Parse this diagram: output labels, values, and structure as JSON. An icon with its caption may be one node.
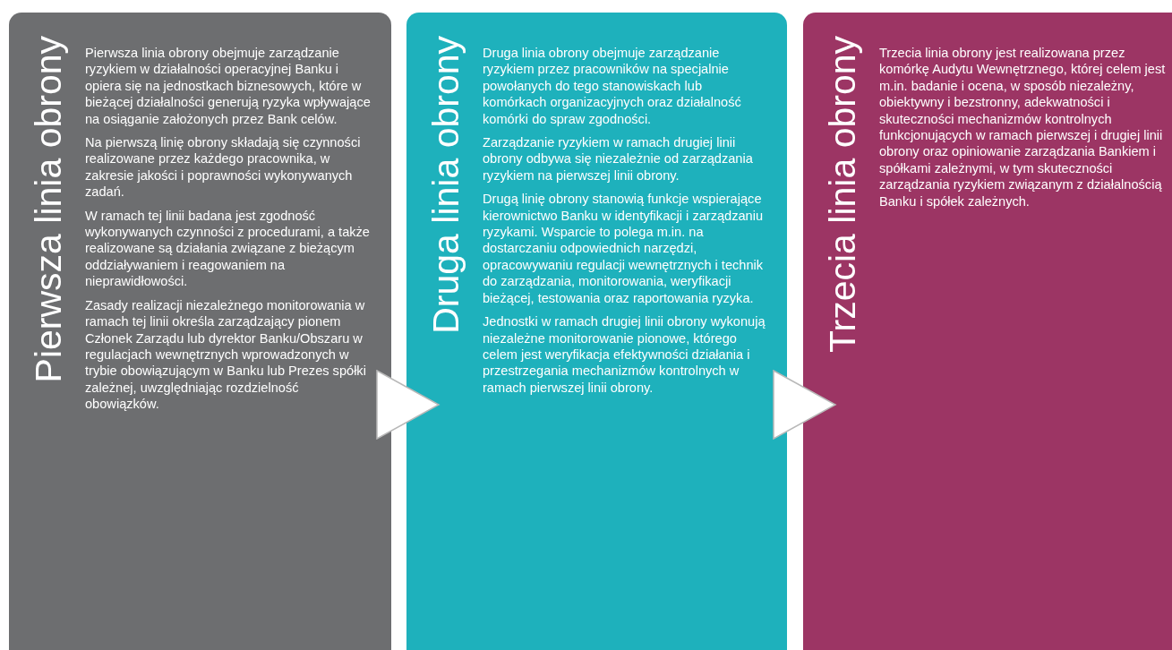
{
  "diagram": {
    "nodes": [
      {
        "text": [
          "Pierwsza linia obrony",
          "Pierwsza linia obrony obejmuje zarządzanie ryzykiem w działalności operacyjnej Banku i opiera się na jednostkach biznesowych, które w bieżącej działalności generują ryzyka wpływające na osiąganie założonych przez Bank celów.",
          "Na pierwszą linię obrony składają się czynności realizowane przez każdego pracownika, w zakresie jakości i poprawności wykonywanych zadań.",
          "W ramach tej linii badana jest zgodność wykonywanych czynności z procedurami, a także realizowane są działania związane z bieżącym oddziaływaniem i reagowaniem na nieprawidłowości.",
          "Zasady realizacji niezależnego monitorowania w ramach tej linii określa zarządzający pionem Członek Zarządu lub dyrektor Banku/Obszaru w regulacjach wewnętrznych wprowadzonych w trybie obowiązującym w Banku lub Prezes spółki zależnej, uwzględniając rozdzielność obowiązków."
        ]
      },
      {
        "text": [
          "Druga linia obrony",
          "Druga linia obrony obejmuje zarządzanie ryzykiem przez pracowników na specjalnie powołanych do tego stanowiskach lub komórkach organizacyjnych oraz działalność komórki do spraw zgodności.",
          "Zarządzanie ryzykiem w ramach drugiej linii obrony odbywa się niezależnie od zarządzania ryzykiem na pierwszej linii obrony.",
          "Drugą linię obrony stanowią funkcje wspierające kierownictwo Banku w identyfikacji i zarządzaniu ryzykami. Wsparcie to polega m.in. na dostarczaniu odpowiednich narzędzi, opracowywaniu regulacji wewnętrznych i technik do zarządzania, monitorowania, weryfikacji bieżącej, testowania oraz raportowania ryzyka.",
          "Jednostki w ramach drugiej linii obrony wykonują niezależne monitorowanie pionowe, którego celem jest weryfikacja efektywności działania i przestrzegania mechanizmów kontrolnych w ramach pierwszej linii obrony."
        ]
      },
      {
        "text": [
          "Trzecia linia obrony",
          "Trzecia linia obrony jest realizowana przez komórkę Audytu Wewnętrznego, której celem jest m.in. badanie i ocena, w sposób niezależny, obiektywny i bezstronny, adekwatności i skuteczności mechanizmów kontrolnych funkcjonujących w ramach pierwszej i drugiej linii obrony oraz opiniowanie zarządzania Bankiem i spółkami zależnymi, w tym skuteczności zarządzania ryzykiem związanym z działalnością Banku i spółek zależnych."
        ]
      }
    ],
    "edges": [
      {
        "from": 0,
        "to": 1,
        "arrow": "to"
      },
      {
        "from": 1,
        "to": 2,
        "arrow": "to"
      }
    ]
  }
}
